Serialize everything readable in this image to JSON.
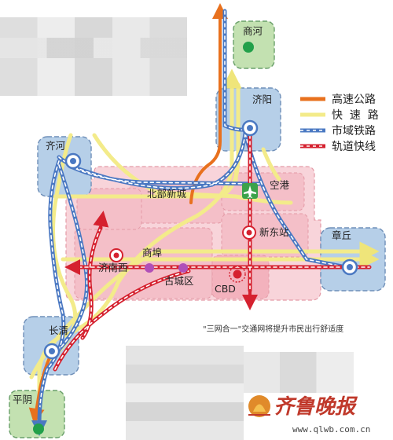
{
  "places": {
    "shanghe": "商河",
    "jiyang": "济阳",
    "jihe": "齐河",
    "beibu_xincheng": "北部新城",
    "kongang": "空港",
    "xindong_zhan": "新东站",
    "zhangqiu": "章丘",
    "jinan_xi": "济南西",
    "shangbu": "商埠",
    "guchengqu": "古城区",
    "cbd": "CBD",
    "changqing": "长清",
    "pingyin": "平阴"
  },
  "legend": {
    "highway": "高速公路",
    "expressway": "快  速  路",
    "city_railway": "市域铁路",
    "rail_transit": "轨道快线"
  },
  "caption": "\"三网合一\"交通网将提升市民出行舒适度",
  "watermark": {
    "brand": "齐鲁晚报",
    "url": "www.qlwb.com.cn"
  },
  "colors": {
    "highway": "#e8711e",
    "expressway": "#f6ef8c",
    "city_railway": "#4a78c2",
    "rail_transit": "#d5212f",
    "zone_blue": "#b4cde6",
    "zone_pink": "#f6c8cf",
    "zone_green": "#c3e1b1"
  }
}
